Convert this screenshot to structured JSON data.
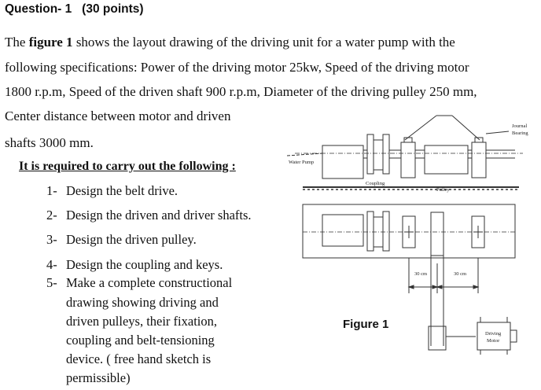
{
  "question": {
    "title": "Question- 1   (30 points)"
  },
  "description": {
    "line1_pre": "The ",
    "line1_bold": "figure 1",
    "line1_post": " shows  the layout drawing of the driving unit for a water pump with the",
    "line2": "following specifications:  Power of the driving motor 25kw, Speed of the driving motor",
    "line3": "1800 r.p.m, Speed of the driven shaft 900 r.p.m,  Diameter of the driving pulley 250 mm,",
    "line4": "Center distance between motor and driven",
    "line5": "shafts 3000 mm."
  },
  "requirements": {
    "heading": "It is required to carry out the following :",
    "items": [
      {
        "num": "1-",
        "text": "Design the belt drive."
      },
      {
        "num": "2-",
        "text": "Design the driven and driver shafts."
      },
      {
        "num": "3-",
        "text": "Design the driven pulley."
      },
      {
        "num": "4-",
        "text": "Design the coupling and keys."
      },
      {
        "num": "5-",
        "text": "Make a complete constructional"
      }
    ],
    "item5_cont": [
      "drawing showing driving and",
      "driven pulleys, their fixation,",
      "coupling and belt-tensioning",
      "device. (  free hand sketch is",
      "permissible)"
    ]
  },
  "figure": {
    "caption": "Figure 1",
    "labels": {
      "journal_bearing_1": "Journal",
      "journal_bearing_2": "Bearing",
      "water_pump": "Water Pump",
      "coupling": "Coupling",
      "pulley": "Pulley",
      "dim_left": "30 cm",
      "dim_right": "30 cm",
      "driving_motor_1": "Driving",
      "driving_motor_2": "Motor"
    }
  }
}
